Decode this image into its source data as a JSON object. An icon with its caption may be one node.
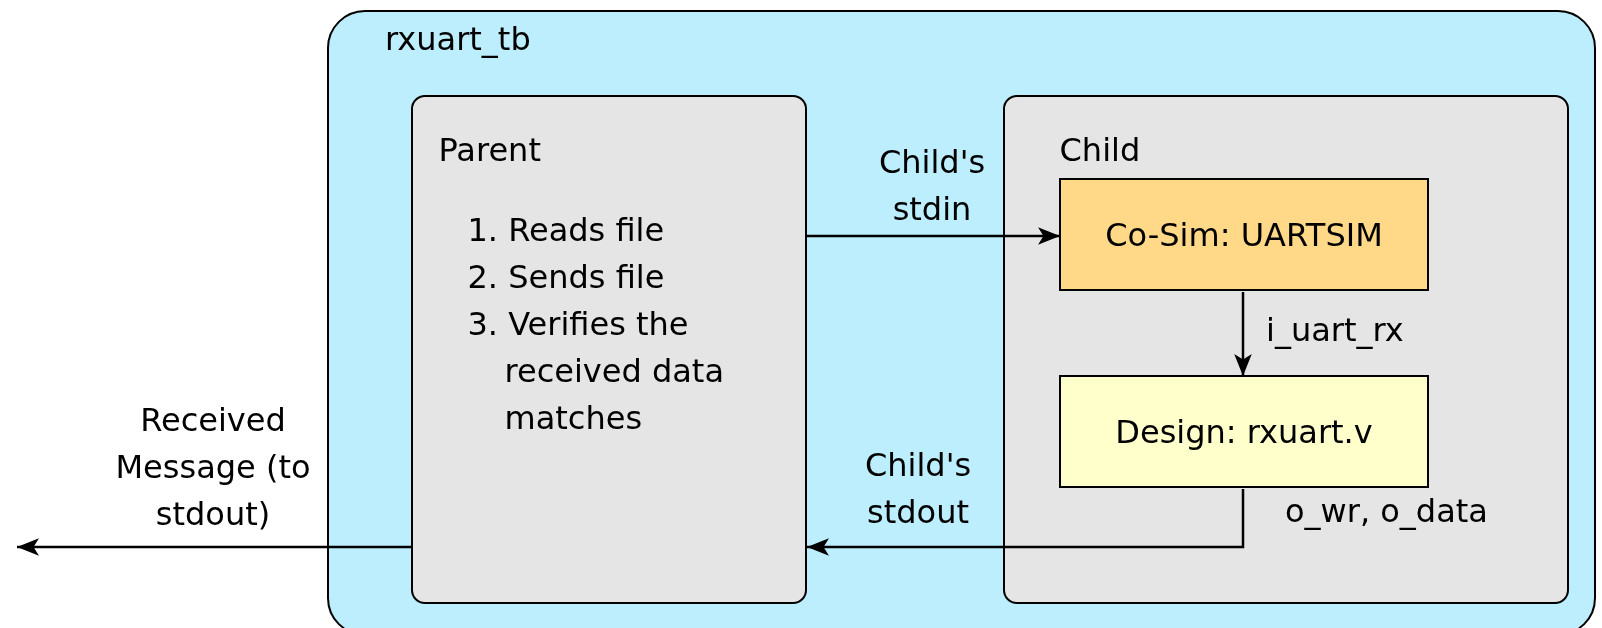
{
  "diagram": {
    "nodes": [
      {
        "text": [
          "rxuart_tb"
        ]
      },
      {
        "text": [
          "Parent",
          "1. Reads file",
          "2. Sends file",
          "3. Verifies the received data matches"
        ],
        "in": 0
      },
      {
        "text": [
          "Child"
        ],
        "in": 0
      },
      {
        "text": [
          "Co-Sim: UARTSIM"
        ],
        "in": 2
      },
      {
        "text": [
          "Design: rxuart.v"
        ],
        "in": 2
      }
    ],
    "edges": [
      {
        "from": 1,
        "to": 3,
        "arrow": "to",
        "label": "Child's stdin"
      },
      {
        "from": 3,
        "to": 4,
        "arrow": "to",
        "label": "i_uart_rx"
      },
      {
        "from": 4,
        "to": 1,
        "arrow": "to",
        "label": "Child's stdout"
      },
      {
        "from": 1,
        "to": null,
        "arrow": "to",
        "label": "Received Message (to stdout)"
      }
    ],
    "labels": [
      "o_wr, o_data"
    ]
  }
}
